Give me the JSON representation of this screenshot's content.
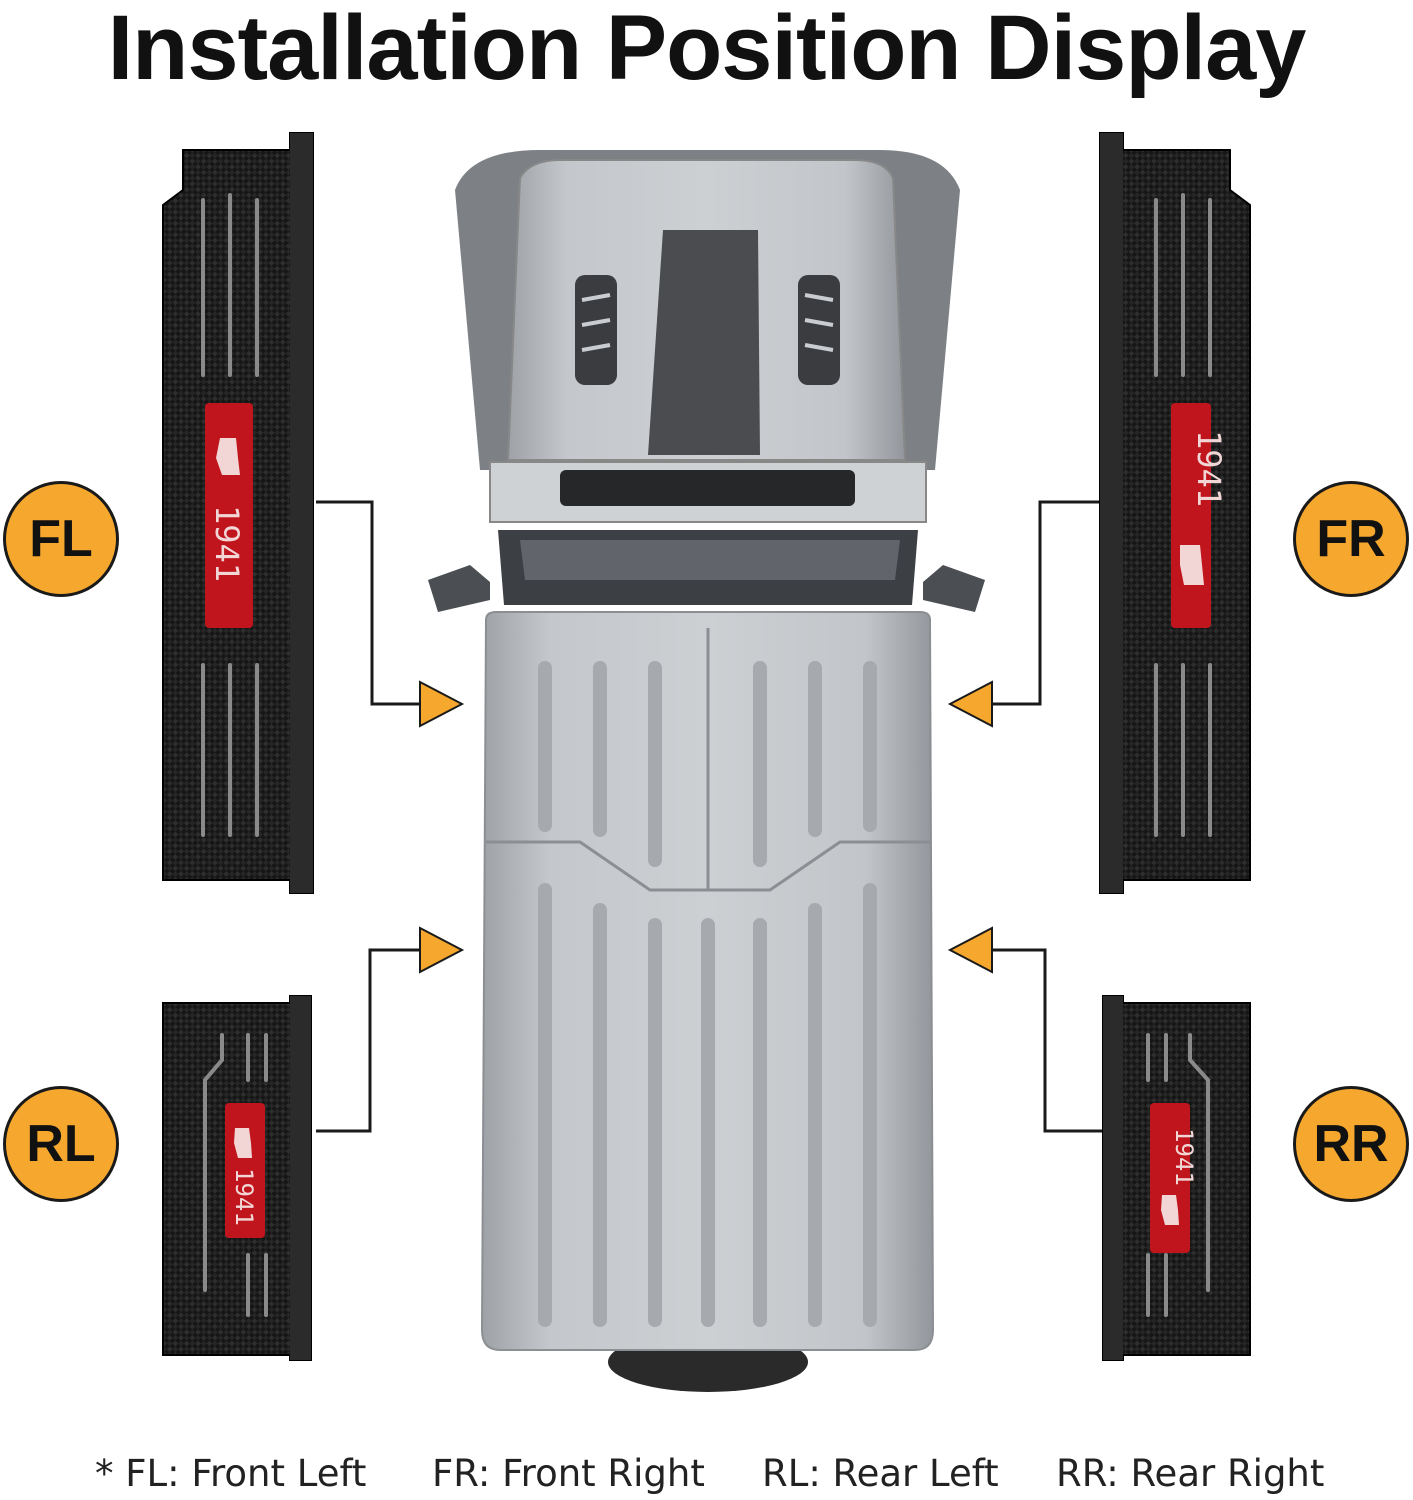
{
  "title": "Installation Position Display",
  "badges": {
    "fl": "FL",
    "fr": "FR",
    "rl": "RL",
    "rr": "RR"
  },
  "sill_text": "1941",
  "legend": {
    "fl": "* FL: Front Left",
    "fr": "FR: Front Right",
    "rl": "RL: Rear Left",
    "rr": "RR: Rear Right"
  },
  "colors": {
    "accent": "#f5a72e",
    "plate_red": "#c0151c",
    "carbon": "#1c1c1c",
    "vehicle": "#b9bcc0"
  }
}
